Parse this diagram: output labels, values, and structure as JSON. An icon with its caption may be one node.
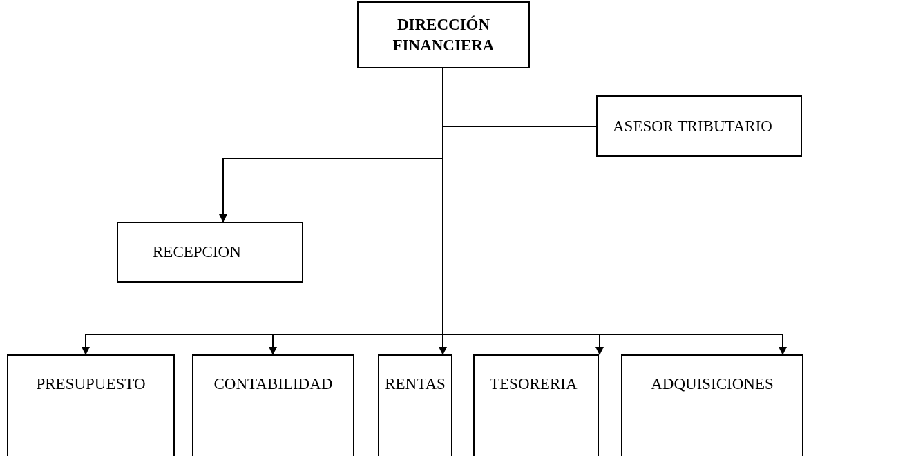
{
  "diagram": {
    "nodes": [
      {
        "text": [
          "DIRECCIÓN FINANCIERA"
        ]
      },
      {
        "text": [
          "ASESOR TRIBUTARIO"
        ]
      },
      {
        "text": [
          "RECEPCION"
        ]
      },
      {
        "text": [
          "PRESUPUESTO"
        ]
      },
      {
        "text": [
          "CONTABILIDAD"
        ]
      },
      {
        "text": [
          "RENTAS"
        ]
      },
      {
        "text": [
          "TESORERIA"
        ]
      },
      {
        "text": [
          "ADQUISICIONES"
        ]
      }
    ],
    "edges": [
      {
        "from": 0,
        "to": 1,
        "arrow": "none"
      },
      {
        "from": 0,
        "to": 2,
        "arrow": "to"
      },
      {
        "from": 0,
        "to": 3,
        "arrow": "to"
      },
      {
        "from": 0,
        "to": 4,
        "arrow": "to"
      },
      {
        "from": 0,
        "to": 5,
        "arrow": "to"
      },
      {
        "from": 0,
        "to": 6,
        "arrow": "to"
      },
      {
        "from": 0,
        "to": 7,
        "arrow": "to"
      }
    ]
  }
}
